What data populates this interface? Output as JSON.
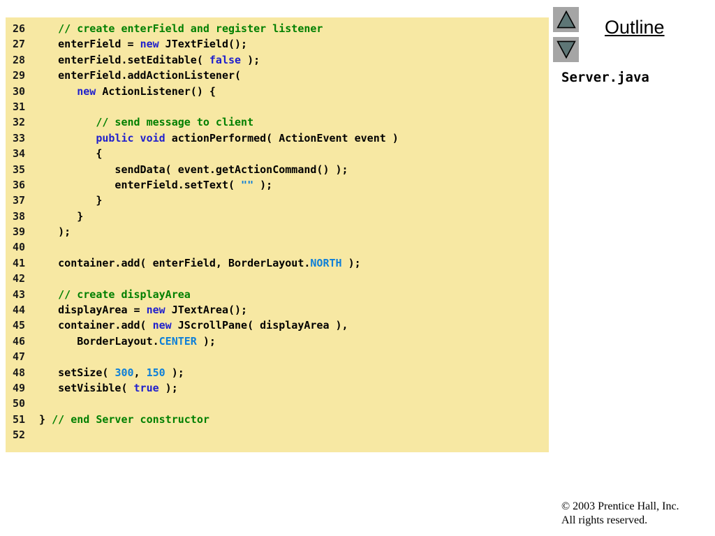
{
  "outline": {
    "title": "Outline",
    "filename": "Server.java"
  },
  "footer": {
    "copyright_line1": "© 2003 Prentice Hall, Inc.",
    "copyright_line2": "All rights reserved."
  },
  "navigation": {
    "up_icon": "up-arrow",
    "down_icon": "down-arrow"
  },
  "colors": {
    "code-bg": "#F7E8A3",
    "code-plain": "#000000",
    "code-keyword": "#2020CC",
    "code-literal": "#0E7FD8",
    "code-comment": "#007F00",
    "line-number": "#1A1A1A",
    "button-bg": "#A5A5A5",
    "arrow-fill": "#5E7676",
    "arrow-stroke": "#000000"
  },
  "code": {
    "lines": [
      {
        "n": "26",
        "s": [
          [
            "cmt",
            "     // create enterField and register listener"
          ]
        ]
      },
      {
        "n": "27",
        "s": [
          [
            "pln",
            "     enterField = "
          ],
          [
            "kwd",
            "new"
          ],
          [
            "pln",
            " JTextField();"
          ]
        ]
      },
      {
        "n": "28",
        "s": [
          [
            "pln",
            "     enterField.setEditable( "
          ],
          [
            "kwd",
            "false"
          ],
          [
            "pln",
            " );"
          ]
        ]
      },
      {
        "n": "29",
        "s": [
          [
            "pln",
            "     enterField.addActionListener("
          ]
        ]
      },
      {
        "n": "30",
        "s": [
          [
            "pln",
            "        "
          ],
          [
            "kwd",
            "new"
          ],
          [
            "pln",
            " ActionListener() {"
          ]
        ]
      },
      {
        "n": "31",
        "s": []
      },
      {
        "n": "32",
        "s": [
          [
            "cmt",
            "           // send message to client"
          ]
        ]
      },
      {
        "n": "33",
        "s": [
          [
            "pln",
            "           "
          ],
          [
            "kwd",
            "public void"
          ],
          [
            "pln",
            " actionPerformed( ActionEvent event )"
          ]
        ]
      },
      {
        "n": "34",
        "s": [
          [
            "pln",
            "           {"
          ]
        ]
      },
      {
        "n": "35",
        "s": [
          [
            "pln",
            "              sendData( event.getActionCommand() );"
          ]
        ]
      },
      {
        "n": "36",
        "s": [
          [
            "pln",
            "              enterField.setText( "
          ],
          [
            "lit",
            "\"\""
          ],
          [
            "pln",
            " );"
          ]
        ]
      },
      {
        "n": "37",
        "s": [
          [
            "pln",
            "           }"
          ]
        ]
      },
      {
        "n": "38",
        "s": [
          [
            "pln",
            "        }"
          ]
        ]
      },
      {
        "n": "39",
        "s": [
          [
            "pln",
            "     );"
          ]
        ]
      },
      {
        "n": "40",
        "s": []
      },
      {
        "n": "41",
        "s": [
          [
            "pln",
            "     container.add( enterField, BorderLayout."
          ],
          [
            "lit",
            "NORTH"
          ],
          [
            "pln",
            " );"
          ]
        ]
      },
      {
        "n": "42",
        "s": []
      },
      {
        "n": "43",
        "s": [
          [
            "cmt",
            "     // create displayArea"
          ]
        ]
      },
      {
        "n": "44",
        "s": [
          [
            "pln",
            "     displayArea = "
          ],
          [
            "kwd",
            "new"
          ],
          [
            "pln",
            " JTextArea();"
          ]
        ]
      },
      {
        "n": "45",
        "s": [
          [
            "pln",
            "     container.add( "
          ],
          [
            "kwd",
            "new"
          ],
          [
            "pln",
            " JScrollPane( displayArea ),"
          ]
        ]
      },
      {
        "n": "46",
        "s": [
          [
            "pln",
            "        BorderLayout."
          ],
          [
            "lit",
            "CENTER"
          ],
          [
            "pln",
            " );"
          ]
        ]
      },
      {
        "n": "47",
        "s": []
      },
      {
        "n": "48",
        "s": [
          [
            "pln",
            "     setSize( "
          ],
          [
            "lit",
            "300"
          ],
          [
            "pln",
            ", "
          ],
          [
            "lit",
            "150"
          ],
          [
            "pln",
            " );"
          ]
        ]
      },
      {
        "n": "49",
        "s": [
          [
            "pln",
            "     setVisible( "
          ],
          [
            "kwd",
            "true"
          ],
          [
            "pln",
            " );"
          ]
        ]
      },
      {
        "n": "50",
        "s": []
      },
      {
        "n": "51",
        "s": [
          [
            "pln",
            "  } "
          ],
          [
            "cmt",
            "// end Server constructor"
          ]
        ]
      },
      {
        "n": "52",
        "s": []
      }
    ]
  }
}
